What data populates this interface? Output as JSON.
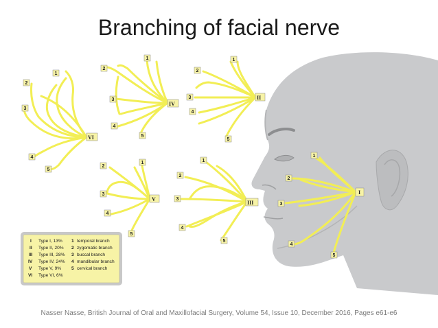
{
  "title": "Branching of facial nerve",
  "citation": "Nasser Nasse, British Journal of Oral and Maxillofacial Surgery, Volume 54, Issue 10, December 2016, Pages e61-e6",
  "colors": {
    "nerve": "#f2ee55",
    "box": "#f7f3a6",
    "face": "#c9cacc"
  },
  "diagrams": {
    "VI": {
      "roman": "VI",
      "labels": [
        "1",
        "2",
        "3",
        "4",
        "5"
      ]
    },
    "IV": {
      "roman": "IV",
      "labels": [
        "1",
        "2",
        "3",
        "4",
        "5"
      ]
    },
    "II": {
      "roman": "II",
      "labels": [
        "1",
        "2",
        "3",
        "4",
        "5"
      ]
    },
    "V": {
      "roman": "V",
      "labels": [
        "1",
        "2",
        "3",
        "4",
        "5"
      ]
    },
    "III": {
      "roman": "III",
      "labels": [
        "1",
        "2",
        "3",
        "4",
        "5"
      ]
    },
    "I": {
      "roman": "I",
      "labels": [
        "1",
        "2",
        "3",
        "4",
        "5"
      ]
    }
  },
  "legend": {
    "types": [
      {
        "roman": "I",
        "text": "Type I, 13%"
      },
      {
        "roman": "II",
        "text": "Type II, 20%"
      },
      {
        "roman": "III",
        "text": "Type III, 28%"
      },
      {
        "roman": "IV",
        "text": "Type IV, 24%"
      },
      {
        "roman": "V",
        "text": "Type V, 9%"
      },
      {
        "roman": "VI",
        "text": "Type VI, 6%"
      }
    ],
    "branches": [
      {
        "num": "1",
        "text": "temporal branch"
      },
      {
        "num": "2",
        "text": "zygomatic branch"
      },
      {
        "num": "3",
        "text": "buccal branch"
      },
      {
        "num": "4",
        "text": "mandibular branch"
      },
      {
        "num": "5",
        "text": "cervical branch"
      }
    ]
  }
}
